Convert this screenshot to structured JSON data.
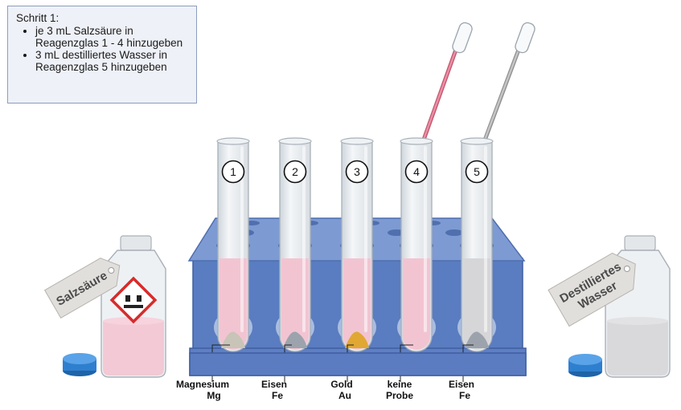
{
  "instructions": {
    "title": "Schritt 1:",
    "items": [
      "je 3 mL Salzsäure in Reagenzglas 1 - 4 hinzugeben",
      "3 mL destilliertes Wasser in Reagenzglas 5 hinzugeben"
    ]
  },
  "bottles": {
    "left": {
      "tag": "Salzsäure"
    },
    "right": {
      "tag_line1": "Destilliertes",
      "tag_line2": "Wasser"
    }
  },
  "tubes": [
    {
      "number": "1",
      "label_line1": "Magnesium",
      "label_line2": "Mg",
      "liquid": "#f2c4d2",
      "sample": "#c9c4b8"
    },
    {
      "number": "2",
      "label_line1": "Eisen",
      "label_line2": "Fe",
      "liquid": "#f2c4d2",
      "sample": "#9ca3ad"
    },
    {
      "number": "3",
      "label_line1": "Gold",
      "label_line2": "Au",
      "liquid": "#f2c4d2",
      "sample": "#e0a832"
    },
    {
      "number": "4",
      "label_line1": "keine",
      "label_line2": "Probe",
      "liquid": "#f2c4d2",
      "sample": ""
    },
    {
      "number": "5",
      "label_line1": "Eisen",
      "label_line2": "Fe",
      "liquid": "#d6d6d8",
      "sample": "#9ca3ad"
    }
  ],
  "colors": {
    "rack": "#6f8fca",
    "rack_dark": "#4d6eaf",
    "hcl": "#f2c4d2",
    "water": "#d6d6d8",
    "bottle_cap": "#2f7fcf"
  }
}
